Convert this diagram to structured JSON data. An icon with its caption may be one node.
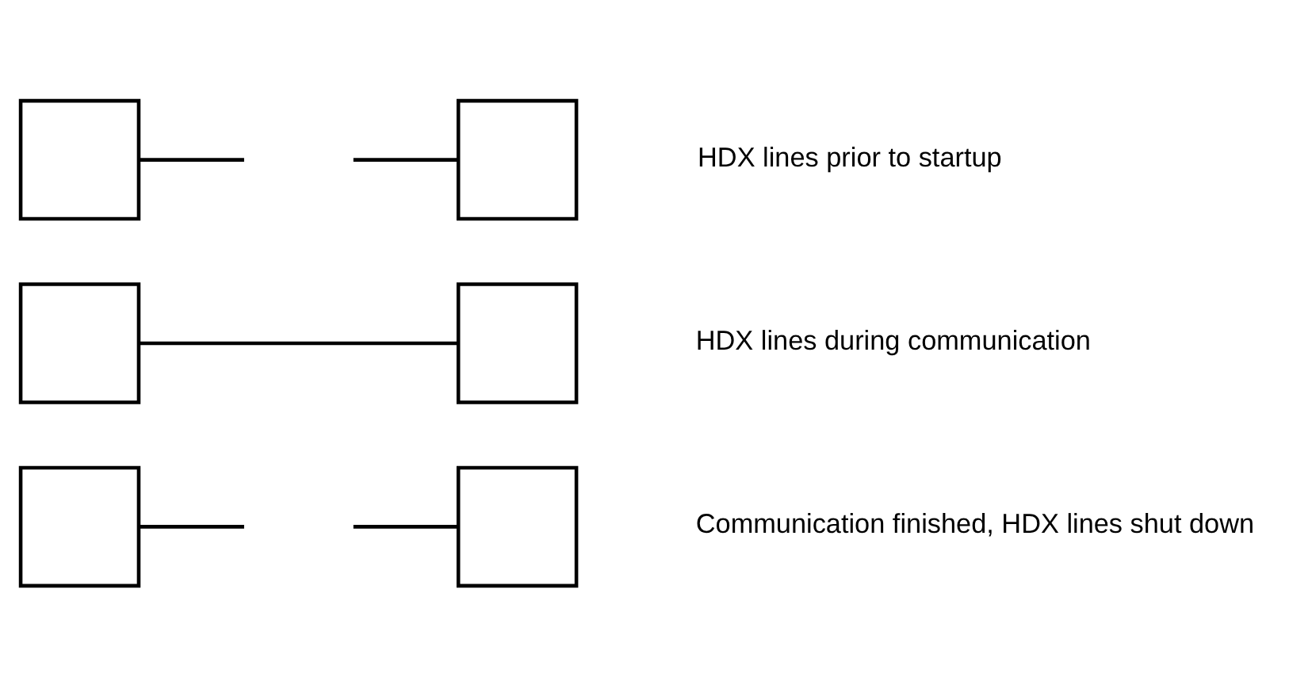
{
  "diagram": {
    "nodes": [
      {
        "text": [],
        "shape": "box"
      },
      {
        "text": [],
        "shape": "box"
      },
      {
        "text": [],
        "shape": "box"
      },
      {
        "text": [],
        "shape": "box"
      },
      {
        "text": [],
        "shape": "box"
      },
      {
        "text": [],
        "shape": "box"
      }
    ],
    "edges": [
      {
        "from": 0,
        "to": null,
        "arrow": "none"
      },
      {
        "from": 1,
        "to": null,
        "arrow": "none"
      },
      {
        "from": 2,
        "to": 3,
        "arrow": "none"
      },
      {
        "from": 4,
        "to": null,
        "arrow": "none"
      },
      {
        "from": 5,
        "to": null,
        "arrow": "none"
      }
    ],
    "labels": [
      "HDX lines prior to startup",
      "HDX lines during communication",
      "Communication finished, HDX lines shut down"
    ]
  }
}
